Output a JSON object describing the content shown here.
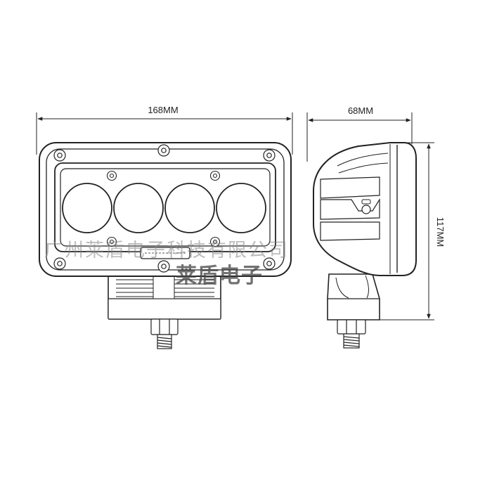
{
  "dimensions": {
    "width": "168MM",
    "depth": "68MM",
    "height": "117MM"
  },
  "watermark": {
    "company": "广州莱盾电子科技有限公司",
    "brand": "莱盾电子"
  },
  "colors": {
    "line": "#222222",
    "body": "#ffffff",
    "lens": "#ffffff",
    "watermark": "#888888"
  },
  "icons": [
    "dimension-arrow-icon",
    "screw-icon",
    "bolt-icon"
  ]
}
